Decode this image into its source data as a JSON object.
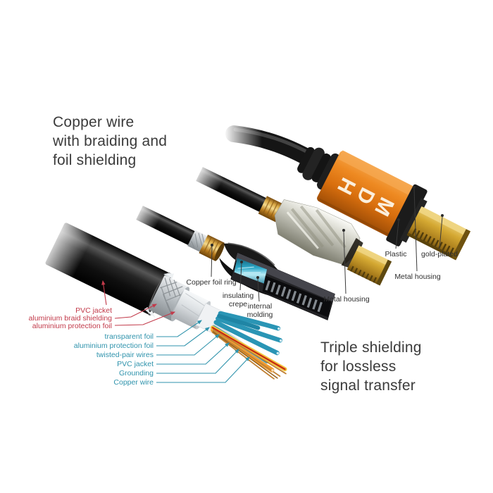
{
  "title_blocks": {
    "left": {
      "line1": "Copper wire",
      "line2": "with braiding and",
      "line3": "foil shielding"
    },
    "right": {
      "line1": "Triple shielding",
      "line2": "for lossless",
      "line3": "signal transfer"
    }
  },
  "connector_logo": "HDMI",
  "callouts": {
    "cable_outer": {
      "pvc_jacket": "PVC jacket",
      "braid": "aluminium braid shielding",
      "foil": "aluminium protection foil"
    },
    "cable_inner": {
      "transparent_foil": "transparent foil",
      "protection_foil": "aluminium protection foil",
      "twisted_pairs": "twisted-pair wires",
      "pvc_jacket": "PVC jacket",
      "grounding": "Grounding",
      "copper_wire": "Copper wire"
    },
    "connector": {
      "copper_foil_ring": "Copper foil ring",
      "insulating_crepe": "insulating crepe",
      "internal_molding": "internal molding",
      "metal_housing_inner": "Metal housing",
      "plastic": "Plastic",
      "metal_housing_outer": "Metal housing",
      "gold_plated": "gold-plated"
    }
  },
  "colors": {
    "red_callout": "#c23a4a",
    "teal_callout": "#2f93ac",
    "dark_callout": "#2f2f2f",
    "headline_text": "#3b3b3b",
    "hdmi_housing_orange": "#e8831f",
    "gold_plating": "#d4a62e",
    "teal_wire": "#2a95b5",
    "copper_wire": "#c08033",
    "metal_housing_silver": "#c4c6ba"
  }
}
